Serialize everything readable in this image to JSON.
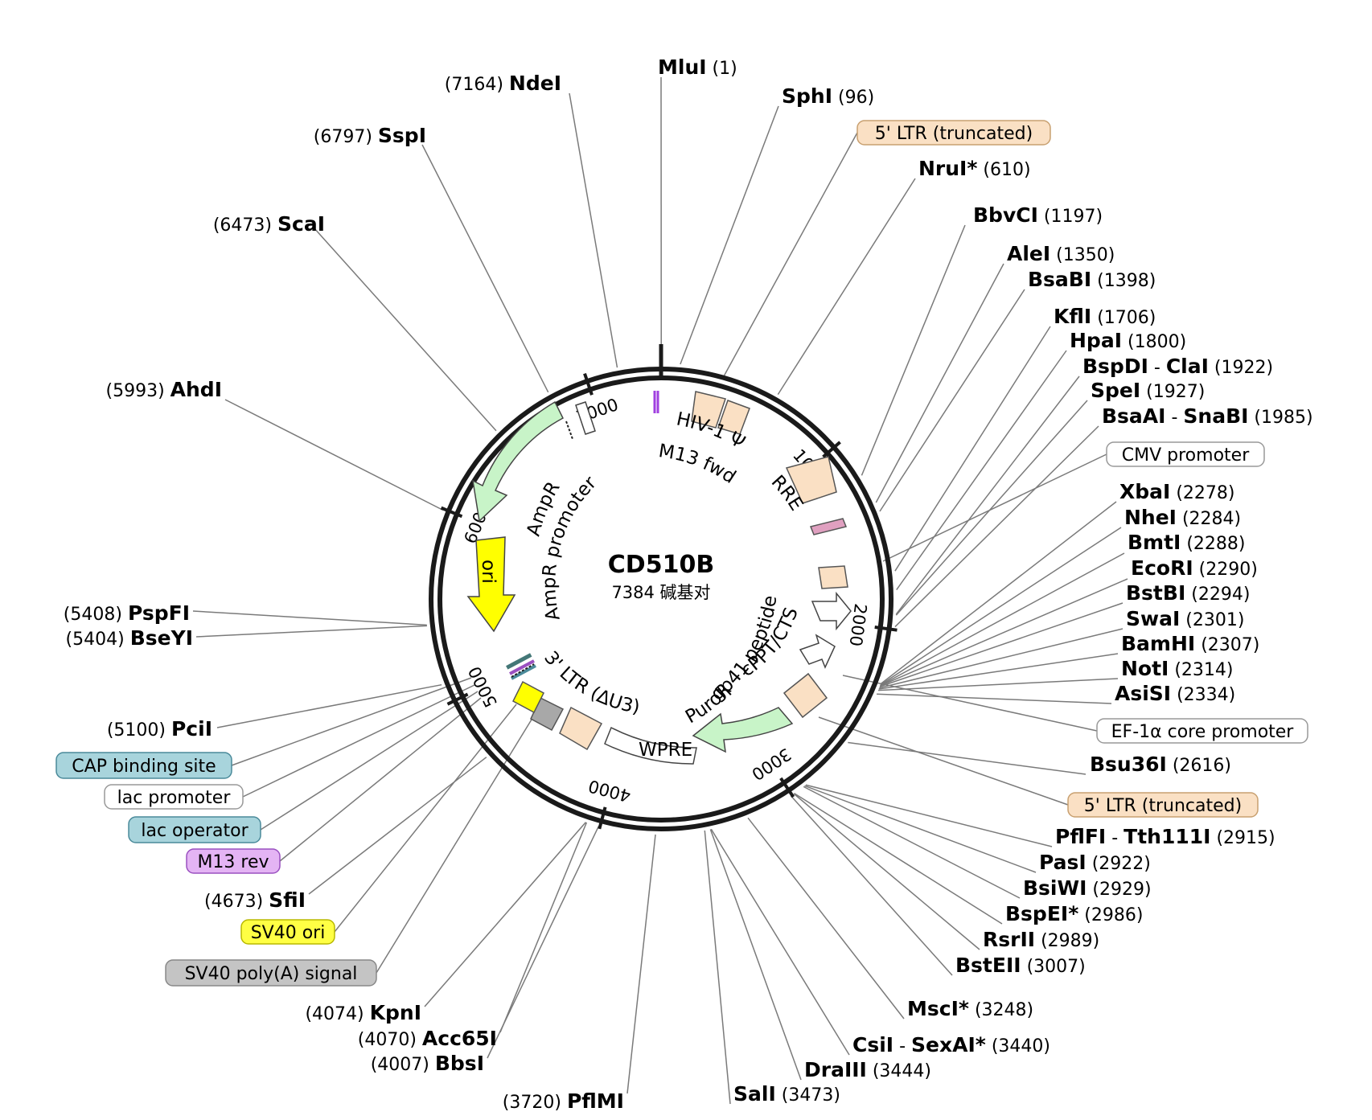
{
  "plasmid": {
    "name": "CD510B",
    "size_label": "7384 碱基对",
    "length": 7384
  },
  "axis_ticks": [
    {
      "value": 1000,
      "label": "1000"
    },
    {
      "value": 2000,
      "label": "2000"
    },
    {
      "value": 3000,
      "label": "3000"
    },
    {
      "value": 4000,
      "label": "4000"
    },
    {
      "value": 5000,
      "label": "5000"
    },
    {
      "value": 6000,
      "label": "6000"
    },
    {
      "value": 7000,
      "label": "7000"
    }
  ],
  "sites": [
    {
      "name": "MluI",
      "pos": 1,
      "pos_label": "(1)"
    },
    {
      "name": "SphI",
      "pos": 96,
      "pos_label": "(96)"
    },
    {
      "name": "NruI*",
      "pos": 610,
      "pos_label": "(610)"
    },
    {
      "name": "BbvCI",
      "pos": 1197,
      "pos_label": "(1197)"
    },
    {
      "name": "AleI",
      "pos": 1350,
      "pos_label": "(1350)"
    },
    {
      "name": "BsaBI",
      "pos": 1398,
      "pos_label": "(1398)"
    },
    {
      "name": "KflI",
      "pos": 1706,
      "pos_label": "(1706)"
    },
    {
      "name": "HpaI",
      "pos": 1800,
      "pos_label": "(1800)"
    },
    {
      "name": "BspDI",
      "name2": "ClaI",
      "pos": 1922,
      "pos_label": "(1922)"
    },
    {
      "name": "SpeI",
      "pos": 1927,
      "pos_label": "(1927)"
    },
    {
      "name": "BsaAI",
      "name2": "SnaBI",
      "pos": 1985,
      "pos_label": "(1985)"
    },
    {
      "name": "XbaI",
      "pos": 2278,
      "pos_label": "(2278)"
    },
    {
      "name": "NheI",
      "pos": 2284,
      "pos_label": "(2284)"
    },
    {
      "name": "BmtI",
      "pos": 2288,
      "pos_label": "(2288)"
    },
    {
      "name": "EcoRI",
      "pos": 2290,
      "pos_label": "(2290)"
    },
    {
      "name": "BstBI",
      "pos": 2294,
      "pos_label": "(2294)"
    },
    {
      "name": "SwaI",
      "pos": 2301,
      "pos_label": "(2301)"
    },
    {
      "name": "BamHI",
      "pos": 2307,
      "pos_label": "(2307)"
    },
    {
      "name": "NotI",
      "pos": 2314,
      "pos_label": "(2314)"
    },
    {
      "name": "AsiSI",
      "pos": 2334,
      "pos_label": "(2334)"
    },
    {
      "name": "Bsu36I",
      "pos": 2616,
      "pos_label": "(2616)"
    },
    {
      "name": "PflFI",
      "name2": "Tth111I",
      "pos": 2915,
      "pos_label": "(2915)"
    },
    {
      "name": "PasI",
      "pos": 2922,
      "pos_label": "(2922)"
    },
    {
      "name": "BsiWI",
      "pos": 2929,
      "pos_label": "(2929)"
    },
    {
      "name": "BspEI*",
      "pos": 2986,
      "pos_label": "(2986)"
    },
    {
      "name": "RsrII",
      "pos": 2989,
      "pos_label": "(2989)"
    },
    {
      "name": "BstEII",
      "pos": 3007,
      "pos_label": "(3007)"
    },
    {
      "name": "MscI*",
      "pos": 3248,
      "pos_label": "(3248)"
    },
    {
      "name": "CsiI",
      "name2": "SexAI*",
      "pos": 3440,
      "pos_label": "(3440)"
    },
    {
      "name": "DraIII",
      "pos": 3444,
      "pos_label": "(3444)"
    },
    {
      "name": "SalI",
      "pos": 3473,
      "pos_label": "(3473)"
    },
    {
      "name": "PflMI",
      "pos": 3720,
      "pos_label": "(3720)"
    },
    {
      "name": "BbsI",
      "pos": 4007,
      "pos_label": "(4007)"
    },
    {
      "name": "Acc65I",
      "pos": 4070,
      "pos_label": "(4070)"
    },
    {
      "name": "KpnI",
      "pos": 4074,
      "pos_label": "(4074)"
    },
    {
      "name": "SfiI",
      "pos": 4673,
      "pos_label": "(4673)"
    },
    {
      "name": "PciI",
      "pos": 5100,
      "pos_label": "(5100)"
    },
    {
      "name": "BseYI",
      "pos": 5404,
      "pos_label": "(5404)"
    },
    {
      "name": "PspFI",
      "pos": 5408,
      "pos_label": "(5408)"
    },
    {
      "name": "AhdI",
      "pos": 5993,
      "pos_label": "(5993)"
    },
    {
      "name": "ScaI",
      "pos": 6473,
      "pos_label": "(6473)"
    },
    {
      "name": "SspI",
      "pos": 6797,
      "pos_label": "(6797)"
    },
    {
      "name": "NdeI",
      "pos": 7164,
      "pos_label": "(7164)"
    }
  ],
  "feature_callouts": [
    {
      "label": "5' LTR (truncated)",
      "fill": "#fae0c4",
      "stroke": "#c8a070"
    },
    {
      "label": "CMV promoter",
      "fill": "#ffffff",
      "stroke": "#999999"
    },
    {
      "label": "EF-1α core promoter",
      "fill": "#ffffff",
      "stroke": "#999999"
    },
    {
      "label": "5' LTR (truncated)",
      "fill": "#fae0c4",
      "stroke": "#c8a070"
    },
    {
      "label": "CAP binding site",
      "fill": "#a8d4dc",
      "stroke": "#4a8a9a"
    },
    {
      "label": "lac promoter",
      "fill": "#ffffff",
      "stroke": "#999999"
    },
    {
      "label": "lac operator",
      "fill": "#a8d4dc",
      "stroke": "#4a8a9a"
    },
    {
      "label": "M13 rev",
      "fill": "#e4b4f4",
      "stroke": "#9a50c0"
    },
    {
      "label": "SV40 ori",
      "fill": "#ffff44",
      "stroke": "#b8b800"
    },
    {
      "label": "SV40 poly(A) signal",
      "fill": "#c4c4c4",
      "stroke": "#888888"
    }
  ],
  "inner_labels": {
    "hiv_psi": "HIV-1 Ψ",
    "m13_fwd": "M13 fwd",
    "rre": "RRE",
    "gp41": "gp41 peptide",
    "cppt": "cPPT/CTS",
    "puror": "PuroR",
    "wpre": "WPRE",
    "ltr3": "3' LTR (ΔU3)",
    "ampr": "AmpR",
    "ampr_promoter": "AmpR promoter",
    "ori": "ori"
  },
  "colors": {
    "ltr": "#fae0c4",
    "ampr": "#c8f4c8",
    "ori": "#ffff00",
    "puror": "#c8f4c8",
    "rre": "#fae0c4",
    "gp41": "#e0a0c0",
    "sv40_polya": "#a8a8a8"
  }
}
